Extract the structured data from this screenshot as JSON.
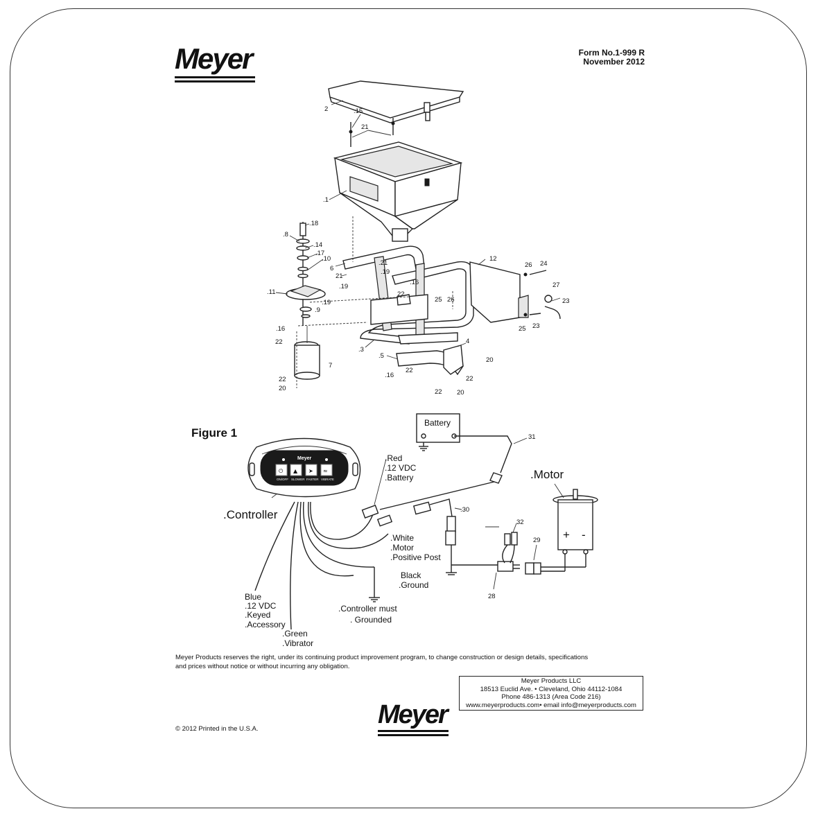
{
  "header": {
    "brand": "Meyer",
    "form_number": "Form No.1-999 R",
    "date": "November 2012"
  },
  "figure_label": "Figure 1",
  "callouts": {
    "c1": ".1",
    "c2": "2",
    "c3": ".3",
    "c4": "4",
    "c5": ".5",
    "c6": "6",
    "c7": "7",
    "c8": ".8",
    "c9": ".9",
    "c10": ".10",
    "c11": ".11",
    "c12": "12",
    "c14": ".14",
    "c15": ".15",
    "c16a": ".16",
    "c16b": ".16",
    "c16c": ".16",
    "c17": ".17",
    "c18": ".18",
    "c19a": ".19",
    "c19b": ".19",
    "c19c": ".19",
    "c20a": "20",
    "c20b": "20",
    "c20c": "20",
    "c21a": "21",
    "c21b": ".21",
    "c21c": "21",
    "c22a": "22",
    "c22b": "22",
    "c22c": "22",
    "c22d": "22",
    "c22e": "22",
    "c22f": "22",
    "c23a": "23",
    "c23b": "23",
    "c24": "24",
    "c25a": "25",
    "c25b": "25",
    "c26a": "26",
    "c26b": "26",
    "c27": "27",
    "c28": "28",
    "c29": "29",
    "c30": ".30",
    "c31": "31",
    "c32": "32"
  },
  "wiring": {
    "battery": "Battery",
    "motor": ".Motor",
    "controller": ".Controller",
    "controller_brand": "Meyer",
    "buttons": [
      "ON/OFF",
      "SLOWER",
      "FASTER",
      "VIBRATE"
    ],
    "red": [
      ".Red",
      ".12 VDC",
      ".Battery"
    ],
    "white": [
      ".White",
      ".Motor",
      ".Positive Post"
    ],
    "black": [
      "Black",
      ".Ground"
    ],
    "blue": [
      "Blue",
      ".12 VDC",
      ".Keyed",
      ".Accessory"
    ],
    "green": [
      ".Green",
      ".Vibrator"
    ],
    "ground_note": [
      ".Controller must",
      ". Grounded"
    ],
    "motor_terminals": [
      "+",
      "-"
    ]
  },
  "footer": {
    "disclaimer_1": "Meyer Products reserves the right, under its continuing product improvement program, to change construction or design details, specifications",
    "disclaimer_2": "and prices without notice or without incurring any obligation.",
    "address": [
      "Meyer Products LLC",
      "18513 Euclid Ave. • Cleveland, Ohio 44112-1084",
      "Phone 486-1313 (Area Code 216)",
      "www.meyerproducts.com• email info@meyerproducts.com"
    ],
    "copyright": "© 2012 Printed in the U.S.A."
  }
}
